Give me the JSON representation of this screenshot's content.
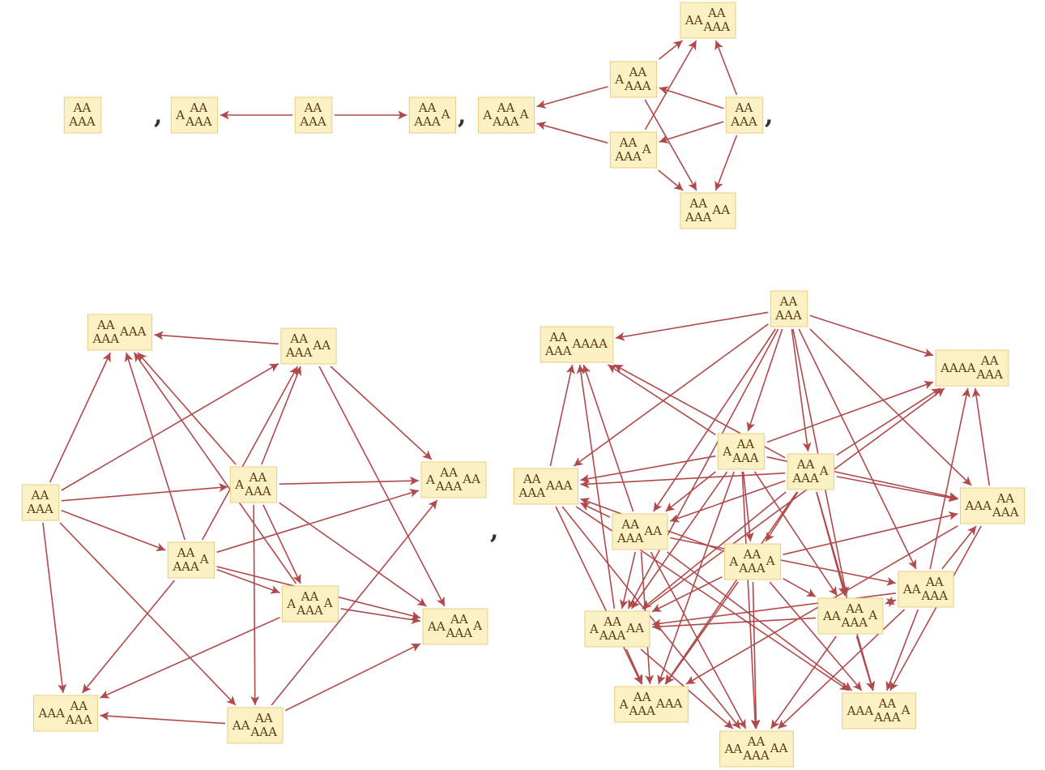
{
  "separator": ",",
  "colors": {
    "node_fill": "#fcf1c4",
    "node_stroke": "#e8cd80",
    "edge": "#b04a4a",
    "text": "#5a3a10"
  },
  "graphs": [
    {
      "name": "graph-1",
      "nodes": [
        {
          "id": "g1n0",
          "label": [
            {
              "t": "AA\nAAA"
            }
          ]
        }
      ],
      "edges": []
    },
    {
      "name": "graph-2",
      "nodes": [
        {
          "id": "g2n0",
          "label": [
            {
              "t": "A"
            },
            {
              "t": "AA\nAAA"
            }
          ]
        },
        {
          "id": "g2n1",
          "label": [
            {
              "t": "AA\nAAA"
            }
          ]
        },
        {
          "id": "g2n2",
          "label": [
            {
              "t": "AA\nAAA"
            },
            {
              "t": "A",
              "sup": true
            }
          ]
        }
      ],
      "edges": [
        [
          "g2n1",
          "g2n0"
        ],
        [
          "g2n1",
          "g2n2"
        ]
      ]
    },
    {
      "name": "graph-3",
      "nodes": [
        {
          "id": "g3a",
          "label": [
            {
              "t": "AA"
            },
            {
              "t": "AA\nAAA"
            }
          ]
        },
        {
          "id": "g3b",
          "label": [
            {
              "t": "A"
            },
            {
              "t": "AA\nAAA"
            }
          ]
        },
        {
          "id": "g3c",
          "label": [
            {
              "t": "A"
            },
            {
              "t": "AA\nAAA"
            },
            {
              "t": "A",
              "sup": true
            }
          ]
        },
        {
          "id": "g3d",
          "label": [
            {
              "t": "AA\nAAA"
            }
          ]
        },
        {
          "id": "g3e",
          "label": [
            {
              "t": "AA\nAAA"
            },
            {
              "t": "A",
              "sup": true
            }
          ]
        },
        {
          "id": "g3f",
          "label": [
            {
              "t": "AA\nAAA"
            },
            {
              "t": "AA",
              "sup": true
            }
          ]
        }
      ],
      "edges": [
        [
          "g3b",
          "g3a"
        ],
        [
          "g3e",
          "g3a"
        ],
        [
          "g3d",
          "g3a"
        ],
        [
          "g3b",
          "g3c"
        ],
        [
          "g3e",
          "g3c"
        ],
        [
          "g3d",
          "g3b"
        ],
        [
          "g3d",
          "g3e"
        ],
        [
          "g3d",
          "g3f"
        ],
        [
          "g3b",
          "g3f"
        ],
        [
          "g3e",
          "g3f"
        ]
      ]
    },
    {
      "name": "graph-4",
      "nodes": [
        {
          "id": "g4a",
          "label": [
            {
              "t": "AA\nAAA"
            },
            {
              "t": "AAA",
              "sup": true
            }
          ]
        },
        {
          "id": "g4b",
          "label": [
            {
              "t": "AA\nAAA"
            },
            {
              "t": "AA",
              "sup": true
            }
          ]
        },
        {
          "id": "g4c",
          "label": [
            {
              "t": "AA\nAAA"
            }
          ]
        },
        {
          "id": "g4d",
          "label": [
            {
              "t": "A"
            },
            {
              "t": "AA\nAAA"
            }
          ]
        },
        {
          "id": "g4e",
          "label": [
            {
              "t": "A"
            },
            {
              "t": "AA\nAAA"
            },
            {
              "t": "AA",
              "sup": true
            }
          ]
        },
        {
          "id": "g4f",
          "label": [
            {
              "t": "AA\nAAA"
            },
            {
              "t": "A",
              "sup": true
            }
          ]
        },
        {
          "id": "g4g",
          "label": [
            {
              "t": "A"
            },
            {
              "t": "AA\nAAA"
            },
            {
              "t": "A",
              "sup": true
            }
          ]
        },
        {
          "id": "g4h",
          "label": [
            {
              "t": "AA"
            },
            {
              "t": "AA\nAAA"
            },
            {
              "t": "A",
              "sup": true
            }
          ]
        },
        {
          "id": "g4i",
          "label": [
            {
              "t": "AAA"
            },
            {
              "t": "AA\nAAA"
            }
          ]
        },
        {
          "id": "g4j",
          "label": [
            {
              "t": "AA"
            },
            {
              "t": "AA\nAAA"
            }
          ]
        }
      ],
      "edges": [
        [
          "g4b",
          "g4a"
        ],
        [
          "g4c",
          "g4a"
        ],
        [
          "g4d",
          "g4a"
        ],
        [
          "g4f",
          "g4a"
        ],
        [
          "g4g",
          "g4a"
        ],
        [
          "g4c",
          "g4b"
        ],
        [
          "g4d",
          "g4b"
        ],
        [
          "g4f",
          "g4b"
        ],
        [
          "g4c",
          "g4d"
        ],
        [
          "g4c",
          "g4f"
        ],
        [
          "g4c",
          "g4i"
        ],
        [
          "g4c",
          "g4j"
        ],
        [
          "g4d",
          "g4e"
        ],
        [
          "g4d",
          "g4g"
        ],
        [
          "g4d",
          "g4h"
        ],
        [
          "g4d",
          "g4j"
        ],
        [
          "g4f",
          "g4e"
        ],
        [
          "g4f",
          "g4g"
        ],
        [
          "g4f",
          "g4h"
        ],
        [
          "g4f",
          "g4i"
        ],
        [
          "g4b",
          "g4e"
        ],
        [
          "g4b",
          "g4h"
        ],
        [
          "g4g",
          "g4i"
        ],
        [
          "g4g",
          "g4h"
        ],
        [
          "g4j",
          "g4i"
        ],
        [
          "g4j",
          "g4e"
        ],
        [
          "g4j",
          "g4h"
        ]
      ]
    },
    {
      "name": "graph-5",
      "nodes": [
        {
          "id": "g5a",
          "label": [
            {
              "t": "AA\nAAA"
            }
          ]
        },
        {
          "id": "g5b",
          "label": [
            {
              "t": "AA\nAAA"
            },
            {
              "t": "AAAA",
              "sup": true
            }
          ]
        },
        {
          "id": "g5c",
          "label": [
            {
              "t": "AAAA"
            },
            {
              "t": "AA\nAAA"
            }
          ]
        },
        {
          "id": "g5d",
          "label": [
            {
              "t": "A"
            },
            {
              "t": "AA\nAAA"
            }
          ]
        },
        {
          "id": "g5e",
          "label": [
            {
              "t": "AA\nAAA"
            },
            {
              "t": "A",
              "sup": true
            }
          ]
        },
        {
          "id": "g5f",
          "label": [
            {
              "t": "AA\nAAA"
            },
            {
              "t": "AAA",
              "sup": true
            }
          ]
        },
        {
          "id": "g5g",
          "label": [
            {
              "t": "AAA"
            },
            {
              "t": "AA\nAAA"
            }
          ]
        },
        {
          "id": "g5h",
          "label": [
            {
              "t": "AA\nAAA"
            },
            {
              "t": "AA",
              "sup": true
            }
          ]
        },
        {
          "id": "g5i",
          "label": [
            {
              "t": "A"
            },
            {
              "t": "AA\nAAA"
            },
            {
              "t": "A",
              "sup": true
            }
          ]
        },
        {
          "id": "g5j",
          "label": [
            {
              "t": "AA"
            },
            {
              "t": "AA\nAAA"
            }
          ]
        },
        {
          "id": "g5k",
          "label": [
            {
              "t": "A"
            },
            {
              "t": "AA\nAAA"
            },
            {
              "t": "AA",
              "sup": true
            }
          ]
        },
        {
          "id": "g5l",
          "label": [
            {
              "t": "AA"
            },
            {
              "t": "AA\nAAA"
            },
            {
              "t": "A",
              "sup": true
            }
          ]
        },
        {
          "id": "g5m",
          "label": [
            {
              "t": "A"
            },
            {
              "t": "AA\nAAA"
            },
            {
              "t": "AAA",
              "sup": true
            }
          ]
        },
        {
          "id": "g5n",
          "label": [
            {
              "t": "AAA"
            },
            {
              "t": "AA\nAAA"
            },
            {
              "t": "A",
              "sup": true
            }
          ]
        },
        {
          "id": "g5o",
          "label": [
            {
              "t": "AA"
            },
            {
              "t": "AA\nAAA"
            },
            {
              "t": "AA",
              "sup": true
            }
          ]
        }
      ],
      "edges": [
        [
          "g5a",
          "g5b"
        ],
        [
          "g5a",
          "g5c"
        ],
        [
          "g5a",
          "g5d"
        ],
        [
          "g5a",
          "g5e"
        ],
        [
          "g5a",
          "g5f"
        ],
        [
          "g5a",
          "g5g"
        ],
        [
          "g5a",
          "g5h"
        ],
        [
          "g5a",
          "g5j"
        ],
        [
          "g5a",
          "g5k"
        ],
        [
          "g5a",
          "g5l"
        ],
        [
          "g5d",
          "g5b"
        ],
        [
          "g5d",
          "g5c"
        ],
        [
          "g5d",
          "g5f"
        ],
        [
          "g5d",
          "g5g"
        ],
        [
          "g5d",
          "g5h"
        ],
        [
          "g5d",
          "g5i"
        ],
        [
          "g5d",
          "g5k"
        ],
        [
          "g5d",
          "g5l"
        ],
        [
          "g5d",
          "g5m"
        ],
        [
          "g5d",
          "g5o"
        ],
        [
          "g5e",
          "g5b"
        ],
        [
          "g5e",
          "g5c"
        ],
        [
          "g5e",
          "g5f"
        ],
        [
          "g5e",
          "g5g"
        ],
        [
          "g5e",
          "g5h"
        ],
        [
          "g5e",
          "g5i"
        ],
        [
          "g5e",
          "g5k"
        ],
        [
          "g5e",
          "g5l"
        ],
        [
          "g5e",
          "g5m"
        ],
        [
          "g5e",
          "g5n"
        ],
        [
          "g5h",
          "g5b"
        ],
        [
          "g5h",
          "g5f"
        ],
        [
          "g5h",
          "g5j"
        ],
        [
          "g5h",
          "g5k"
        ],
        [
          "g5h",
          "g5m"
        ],
        [
          "g5h",
          "g5o"
        ],
        [
          "g5h",
          "g5n"
        ],
        [
          "g5i",
          "g5f"
        ],
        [
          "g5i",
          "g5g"
        ],
        [
          "g5i",
          "g5k"
        ],
        [
          "g5i",
          "g5l"
        ],
        [
          "g5i",
          "g5m"
        ],
        [
          "g5i",
          "g5n"
        ],
        [
          "g5i",
          "g5o"
        ],
        [
          "g5j",
          "g5c"
        ],
        [
          "g5j",
          "g5g"
        ],
        [
          "g5j",
          "g5k"
        ],
        [
          "g5j",
          "g5l"
        ],
        [
          "g5j",
          "g5o"
        ],
        [
          "g5j",
          "g5n"
        ],
        [
          "g5l",
          "g5k"
        ],
        [
          "g5l",
          "g5n"
        ],
        [
          "g5l",
          "g5o"
        ],
        [
          "g5l",
          "g5j"
        ],
        [
          "g5k",
          "g5b"
        ],
        [
          "g5k",
          "g5m"
        ],
        [
          "g5k",
          "g5o"
        ],
        [
          "g5k",
          "g5c"
        ],
        [
          "g5f",
          "g5b"
        ],
        [
          "g5f",
          "g5m"
        ],
        [
          "g5f",
          "g5o"
        ],
        [
          "g5f",
          "g5n"
        ],
        [
          "g5g",
          "g5c"
        ],
        [
          "g5g",
          "g5n"
        ],
        [
          "g5g",
          "g5m"
        ]
      ]
    }
  ]
}
